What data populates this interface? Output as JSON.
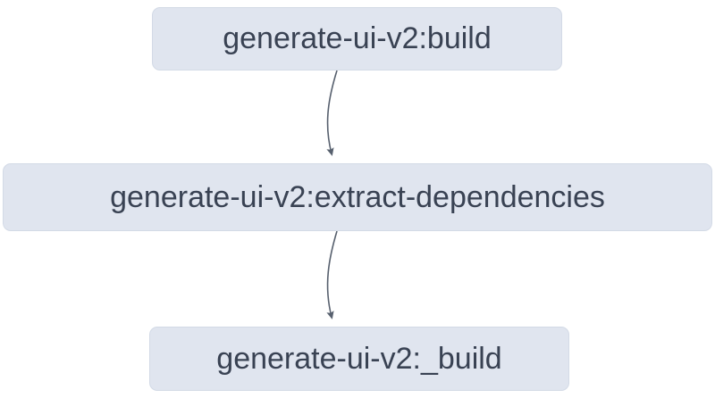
{
  "diagram": {
    "type": "flowchart",
    "direction": "top-to-bottom",
    "background_color": "#ffffff",
    "node_fill_color": "#e0e5ef",
    "node_border_color": "#d3dae6",
    "node_text_color": "#394253",
    "edge_color": "#57606e",
    "nodes": [
      {
        "id": "build",
        "label": "generate-ui-v2:build"
      },
      {
        "id": "extract",
        "label": "generate-ui-v2:extract-dependencies"
      },
      {
        "id": "underscore_build",
        "label": "generate-ui-v2:_build"
      }
    ],
    "edges": [
      {
        "from": "build",
        "to": "extract",
        "label": "",
        "arrowhead": "triangle"
      },
      {
        "from": "extract",
        "to": "underscore_build",
        "label": "",
        "arrowhead": "triangle"
      }
    ]
  }
}
